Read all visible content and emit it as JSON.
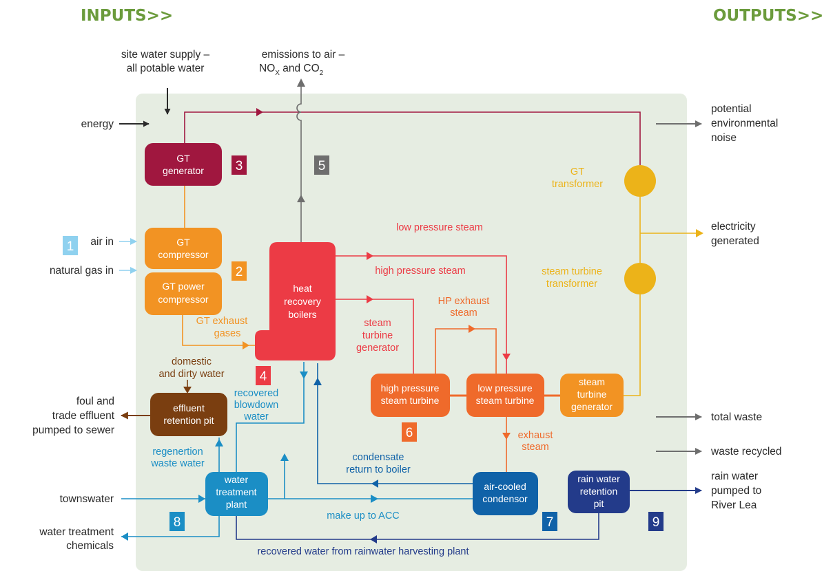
{
  "header": {
    "inputs": "INPUTS>>",
    "outputs": "OUTPUTS>>"
  },
  "inputs": {
    "site_water": [
      "site water supply –",
      "all potable water"
    ],
    "energy": "energy",
    "air_in": "air in",
    "natural_gas": "natural gas in",
    "townswater": "townswater",
    "wt_chemicals": [
      "water treatment",
      "chemicals"
    ]
  },
  "outputs": {
    "emissions": {
      "line1": "emissions to air –",
      "no": "NO",
      "no_sub": "X",
      "and": " and CO",
      "co_sub": "2"
    },
    "noise": [
      "potential",
      "environmental",
      "noise"
    ],
    "electricity": [
      "electricity",
      "generated"
    ],
    "total_waste": "total waste",
    "waste_recycled": "waste recycled",
    "rain_pumped": [
      "rain water",
      "pumped to",
      "River Lea"
    ],
    "foul_effluent": [
      "foul and",
      "trade effluent",
      "pumped to sewer"
    ]
  },
  "components": {
    "gt_generator": [
      "GT",
      "generator"
    ],
    "gt_compressor": [
      "GT",
      "compressor"
    ],
    "gt_power_compressor": [
      "GT power",
      "compressor"
    ],
    "heat_recovery": [
      "heat",
      "recovery",
      "boilers"
    ],
    "effluent_pit": [
      "effluent",
      "retention pit"
    ],
    "water_treatment": [
      "water",
      "treatment",
      "plant"
    ],
    "hp_turbine": [
      "high pressure",
      "steam turbine"
    ],
    "lp_turbine": [
      "low pressure",
      "steam turbine"
    ],
    "st_generator": [
      "steam",
      "turbine",
      "generator"
    ],
    "acc": [
      "air-cooled",
      "condensor"
    ],
    "rain_pit": [
      "rain water",
      "retention",
      "pit"
    ],
    "gt_transformer": [
      "GT",
      "transformer"
    ],
    "st_transformer": [
      "steam turbine",
      "transformer"
    ]
  },
  "flows": {
    "low_pressure_steam": "low pressure steam",
    "high_pressure_steam": "high pressure steam",
    "stg_steam": [
      "steam",
      "turbine",
      "generator"
    ],
    "hp_exhaust": [
      "HP exhaust",
      "steam"
    ],
    "gt_exhaust": [
      "GT  exhaust",
      "gases"
    ],
    "domestic": [
      "domestic",
      "and dirty water"
    ],
    "blowdown": [
      "recovered",
      "blowdown",
      "water"
    ],
    "regeneration": [
      "regenertion",
      "waste water"
    ],
    "condensate": [
      "condensate",
      "return to boiler"
    ],
    "exhaust_steam": [
      "exhaust",
      "steam"
    ],
    "makeup": "make up to ACC",
    "recovered_rain": "recovered water from rainwater harvesting plant"
  },
  "badges": {
    "b1": "1",
    "b2": "2",
    "b3": "3",
    "b4": "4",
    "b5": "5",
    "b6": "6",
    "b7": "7",
    "b8": "8",
    "b9": "9"
  },
  "colors": {
    "green_header": "#6b9b3c",
    "panel": "#e6ede2",
    "gt_generator": "#a0173f",
    "gt_compressor": "#f29323",
    "heat_recovery": "#ec3b45",
    "effluent": "#7a3e10",
    "water_treatment": "#1b8ec5",
    "steam_turbines": "#ef6a2b",
    "acc": "#1062a8",
    "rain_pit": "#233b8a",
    "transformer": "#ecb319",
    "air_in": "#8fd1ef",
    "grey": "#6e6e6e"
  }
}
